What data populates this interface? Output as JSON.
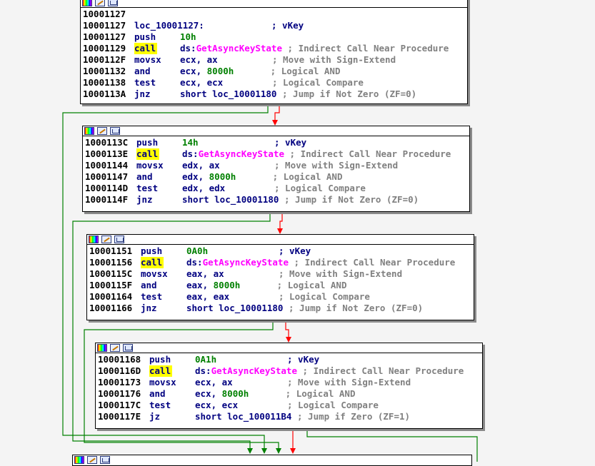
{
  "colors": {
    "true_edge": "#008000",
    "false_edge": "#ff0000",
    "api": "#ff00ff",
    "number": "#008000",
    "comment": "#808080",
    "mnemonic": "#000080",
    "call_highlight": "#ffff00"
  },
  "header_icons": [
    "color-palette-icon",
    "edit-text-icon",
    "graph-overview-icon"
  ],
  "blocks": [
    {
      "lines": [
        {
          "addr": "10001127",
          "label": "",
          "mnem": "",
          "op": "",
          "cmt": ""
        },
        {
          "addr": "10001127",
          "label": "loc_10001127:",
          "mnem": "",
          "op": "",
          "cmt": "; vKey"
        },
        {
          "addr": "10001127",
          "mnem": "push",
          "op": "10h",
          "cmt": ""
        },
        {
          "addr": "10001129",
          "mnem": "call",
          "op_seg": "ds:",
          "op_api": "GetAsyncKeyState",
          "cmt": "; Indirect Call Near Procedure"
        },
        {
          "addr": "1000112F",
          "mnem": "movsx",
          "op": "ecx, ax",
          "cmt": "; Move with Sign-Extend"
        },
        {
          "addr": "10001132",
          "mnem": "and",
          "op_reg": "ecx, ",
          "op_num": "8000h",
          "cmt": "; Logical AND"
        },
        {
          "addr": "10001138",
          "mnem": "test",
          "op": "ecx, ecx",
          "cmt": "; Logical Compare"
        },
        {
          "addr": "1000113A",
          "mnem": "jnz",
          "op": "short loc_10001180",
          "cmt": "; Jump if Not Zero (ZF=0)"
        }
      ]
    },
    {
      "lines": [
        {
          "addr": "1000113C",
          "mnem": "push",
          "op_num": "14h",
          "cmt": "; vKey"
        },
        {
          "addr": "1000113E",
          "mnem": "call",
          "op_seg": "ds:",
          "op_api": "GetAsyncKeyState",
          "cmt": "; Indirect Call Near Procedure"
        },
        {
          "addr": "10001144",
          "mnem": "movsx",
          "op": "edx, ax",
          "cmt": "; Move with Sign-Extend"
        },
        {
          "addr": "10001147",
          "mnem": "and",
          "op_reg": "edx, ",
          "op_num": "8000h",
          "cmt": "; Logical AND"
        },
        {
          "addr": "1000114D",
          "mnem": "test",
          "op": "edx, edx",
          "cmt": "; Logical Compare"
        },
        {
          "addr": "1000114F",
          "mnem": "jnz",
          "op": "short loc_10001180",
          "cmt": "; Jump if Not Zero (ZF=0)"
        }
      ]
    },
    {
      "lines": [
        {
          "addr": "10001151",
          "mnem": "push",
          "op_num": "0A0h",
          "cmt": "; vKey"
        },
        {
          "addr": "10001156",
          "mnem": "call",
          "op_seg": "ds:",
          "op_api": "GetAsyncKeyState",
          "cmt": "; Indirect Call Near Procedure"
        },
        {
          "addr": "1000115C",
          "mnem": "movsx",
          "op": "eax, ax",
          "cmt": "; Move with Sign-Extend"
        },
        {
          "addr": "1000115F",
          "mnem": "and",
          "op_reg": "eax, ",
          "op_num": "8000h",
          "cmt": "; Logical AND"
        },
        {
          "addr": "10001164",
          "mnem": "test",
          "op": "eax, eax",
          "cmt": "; Logical Compare"
        },
        {
          "addr": "10001166",
          "mnem": "jnz",
          "op": "short loc_10001180",
          "cmt": "; Jump if Not Zero (ZF=0)"
        }
      ]
    },
    {
      "lines": [
        {
          "addr": "10001168",
          "mnem": "push",
          "op_num": "0A1h",
          "cmt": "; vKey"
        },
        {
          "addr": "1000116D",
          "mnem": "call",
          "op_seg": "ds:",
          "op_api": "GetAsyncKeyState",
          "cmt": "; Indirect Call Near Procedure"
        },
        {
          "addr": "10001173",
          "mnem": "movsx",
          "op": "ecx, ax",
          "cmt": "; Move with Sign-Extend"
        },
        {
          "addr": "10001176",
          "mnem": "and",
          "op_reg": "ecx, ",
          "op_num": "8000h",
          "cmt": "; Logical AND"
        },
        {
          "addr": "1000117C",
          "mnem": "test",
          "op": "ecx, ecx",
          "cmt": "; Logical Compare"
        },
        {
          "addr": "1000117E",
          "mnem": "jz",
          "op": "short loc_100011B4",
          "cmt": "; Jump if Zero (ZF=1)"
        }
      ]
    }
  ]
}
